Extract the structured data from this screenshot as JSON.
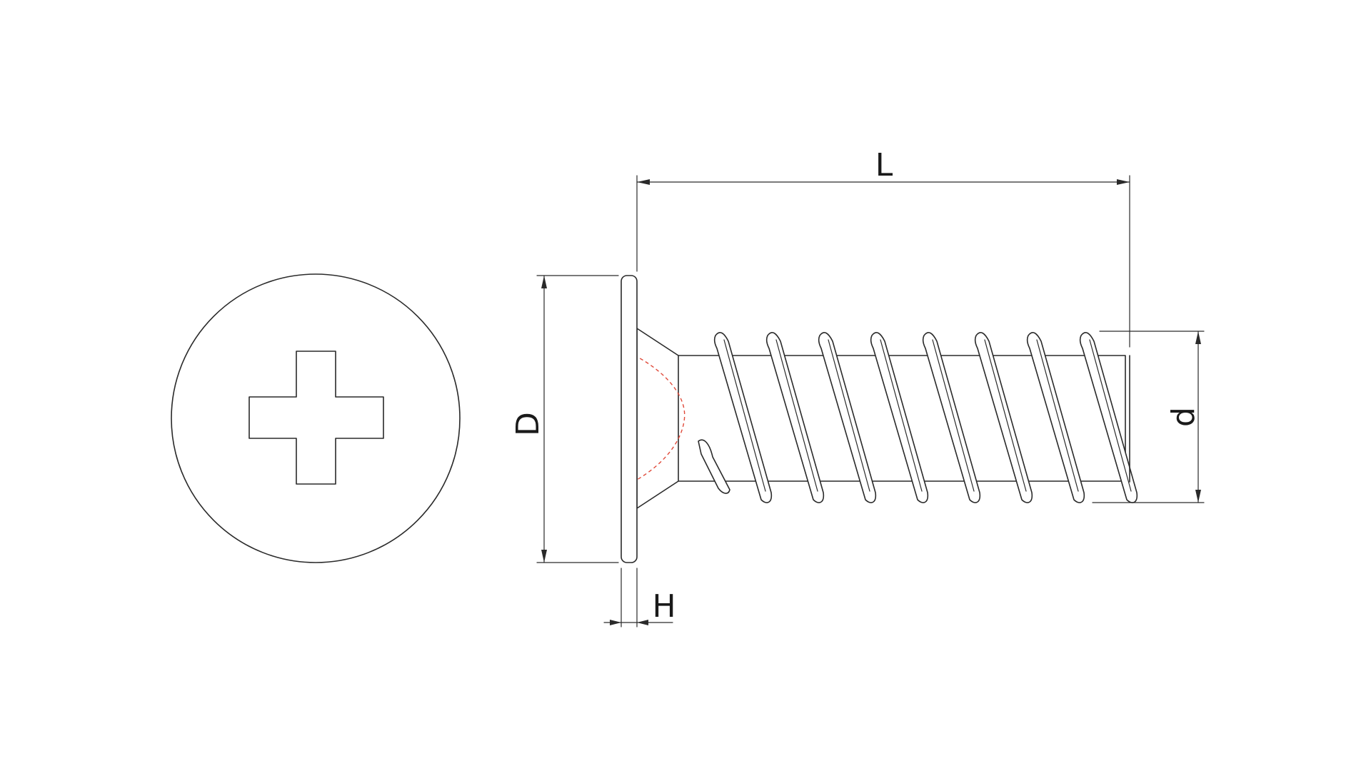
{
  "dimensions": {
    "length_label": "L",
    "head_diameter_label": "D",
    "head_height_label": "H",
    "thread_diameter_label": "d"
  },
  "colors": {
    "outline": "#2a2a2a",
    "hidden_line": "#e04a3a",
    "background": "#ffffff"
  }
}
